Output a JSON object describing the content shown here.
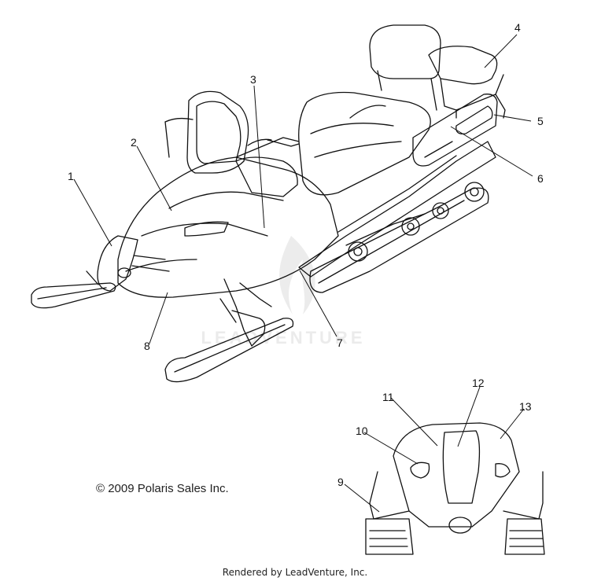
{
  "callouts": {
    "c1": "1",
    "c2": "2",
    "c3": "3",
    "c4": "4",
    "c5": "5",
    "c6": "6",
    "c7": "7",
    "c8": "8",
    "c9": "9",
    "c10": "10",
    "c11": "11",
    "c12": "12",
    "c13": "13"
  },
  "watermark": {
    "text": "LEADVENTURE",
    "color": "#dcdcdc"
  },
  "copyright": "© 2009 Polaris Sales Inc.",
  "footer": "Rendered by LeadVenture, Inc.",
  "colors": {
    "line": "#111111",
    "background": "#ffffff"
  }
}
